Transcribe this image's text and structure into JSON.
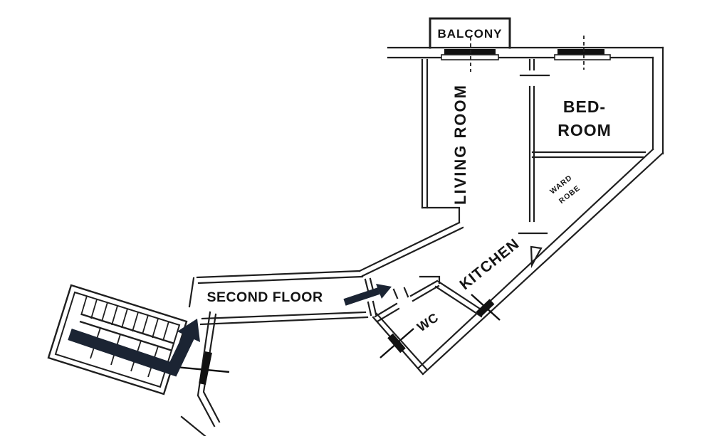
{
  "rooms": {
    "balcony": {
      "label": "BALCONY"
    },
    "living_room": {
      "label": "LIVING ROOM"
    },
    "bedroom": {
      "line1": "BED-",
      "line2": "ROOM"
    },
    "wardrobe": {
      "line1": "WARD",
      "line2": "ROBE"
    },
    "kitchen": {
      "label": "KITCHEN"
    },
    "wc": {
      "label": "WC"
    },
    "hallway": {
      "label": "SECOND FLOOR"
    }
  },
  "icons": {
    "stair_arrow": "bent-arrow-up-right",
    "hallway_arrow": "arrow-up-right"
  },
  "colors": {
    "background": "#ffffff",
    "wall": "#1f1f1f",
    "text": "#141414",
    "arrow": "#1b2433",
    "window_marker": "#111111"
  }
}
